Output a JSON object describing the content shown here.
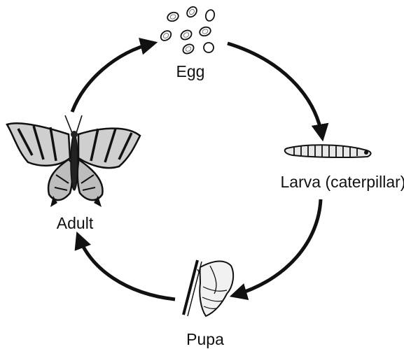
{
  "diagram": {
    "stages": [
      {
        "id": "egg",
        "label": "Egg"
      },
      {
        "id": "larva",
        "label": "Larva (caterpillar)"
      },
      {
        "id": "pupa",
        "label": "Pupa"
      },
      {
        "id": "adult",
        "label": "Adult"
      }
    ]
  }
}
